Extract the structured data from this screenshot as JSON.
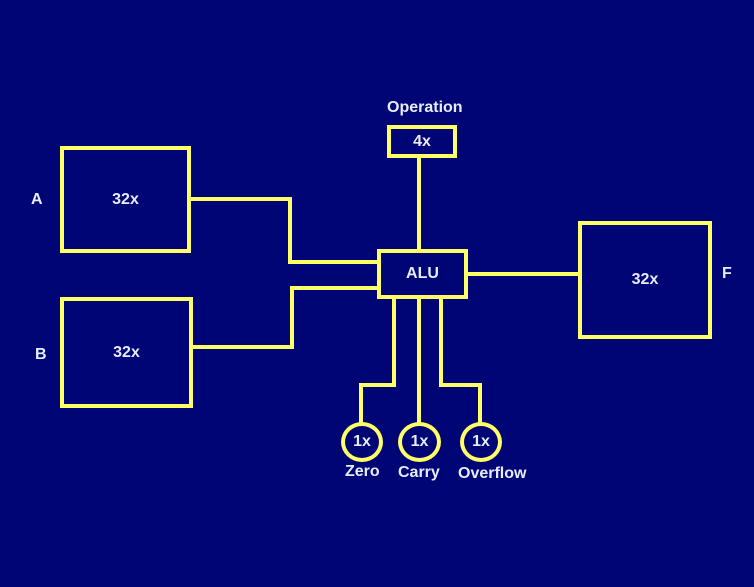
{
  "colors": {
    "background": "#000575",
    "wire": "#ffff66",
    "text": "#e8ecff"
  },
  "inputs": {
    "a": {
      "label": "A",
      "width": "32x"
    },
    "b": {
      "label": "B",
      "width": "32x"
    }
  },
  "operation": {
    "label": "Operation",
    "width": "4x"
  },
  "alu": {
    "label": "ALU"
  },
  "output": {
    "label": "F",
    "width": "32x"
  },
  "flags": [
    {
      "label": "Zero",
      "width": "1x"
    },
    {
      "label": "Carry",
      "width": "1x"
    },
    {
      "label": "Overflow",
      "width": "1x"
    }
  ]
}
